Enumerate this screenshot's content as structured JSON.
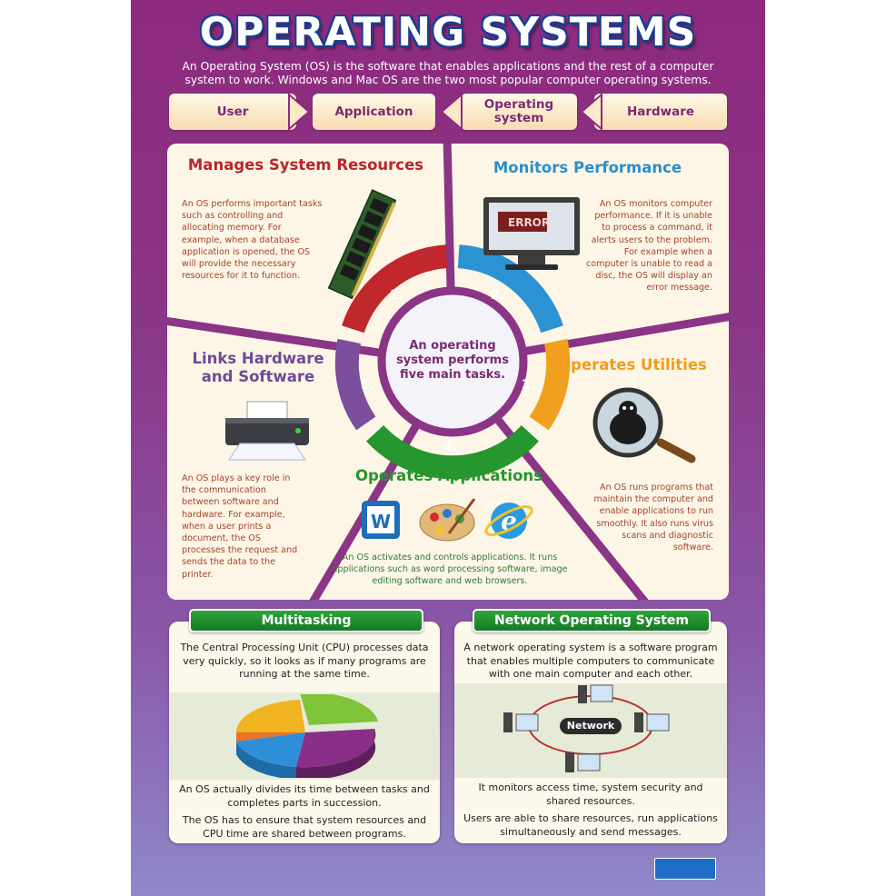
{
  "title": "OPERATING SYSTEMS",
  "intro": "An Operating System (OS) is the software that enables applications and the rest of a computer system to work. Windows and Mac OS are the two most popular computer operating systems.",
  "flow": [
    "User",
    "Application",
    "Operating system",
    "Hardware"
  ],
  "center_text": "An operating system performs five main tasks.",
  "ring_numbers": [
    "1.",
    "2.",
    "3.",
    "4.",
    "5."
  ],
  "colors": {
    "red": "#c0282d",
    "blue": "#2c93d3",
    "orange": "#f0a01e",
    "green": "#26962e",
    "purple": "#7b4f9c",
    "brand": "#8e2a7e"
  },
  "tasks": {
    "t1": {
      "title": "Manages System Resources",
      "text": "An OS performs important tasks such as controlling and allocating memory. For example, when a database application is opened, the OS will provide the necessary resources for it to function."
    },
    "t2": {
      "title": "Monitors Performance",
      "text": "An OS monitors computer performance. If it is unable to process a command, it alerts users to the problem. For example when a computer is unable to read a disc, the OS will display an error message.",
      "screen_text": "ERROR"
    },
    "t3": {
      "title": "Operates Utilities",
      "text": "An OS runs programs that maintain the computer and enable applications to run smoothly. It also runs virus scans and diagnostic software."
    },
    "t4": {
      "title": "Operates Applications",
      "text": "An OS activates and controls applications. It runs applications such as word processing software, image editing software and web browsers."
    },
    "t5": {
      "title": "Links Hardware and Software",
      "text": "An OS plays a key role in the communication between software and hardware. For example, when a user prints a document, the OS processes the request and sends the data to the printer."
    }
  },
  "multitasking": {
    "title": "Multitasking",
    "text1": "The Central Processing Unit (CPU) processes data very quickly, so it looks as if many programs are running at the same time.",
    "text2": "An OS actually divides its time between tasks and completes parts in succession.",
    "text3": "The OS has to ensure that system resources and CPU time are shared between programs."
  },
  "network": {
    "title": "Network Operating System",
    "text1": "A network operating system is a software program that enables multiple computers to communicate with one main computer and each other.",
    "label": "Network",
    "text2": "It monitors access time, system security and shared resources.",
    "text3": "Users are able to share resources, run applications simultaneously and send messages."
  }
}
